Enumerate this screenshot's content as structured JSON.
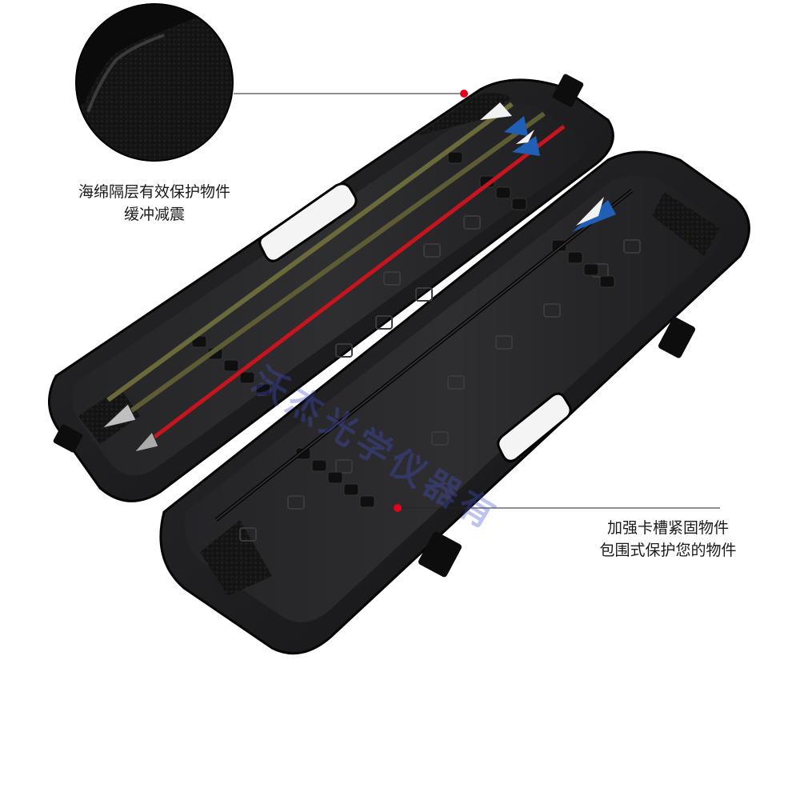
{
  "callouts": [
    {
      "line1": "海绵隔层有效保护物件",
      "line2": "缓冲减震"
    },
    {
      "line1": "加强卡槽紧固物件",
      "line2": "包围式保护您的物件"
    }
  ],
  "watermark": "沃杰光学仪器有",
  "colors": {
    "case": "#1b1b1d",
    "case_inner": "#2a2a2d",
    "foam": "#141414",
    "accent_dot": "#e3001b",
    "arrow_red": "#c8141e",
    "arrow_camo": "#6b6a3a",
    "arrow_black": "#111111",
    "fletch_blue": "#1f5fb5",
    "fletch_white": "#f2f2f2"
  },
  "icons": [
    "foam-zoom-circle",
    "arrow-icon",
    "broadhead-icon",
    "latch-icon",
    "handle-icon"
  ]
}
